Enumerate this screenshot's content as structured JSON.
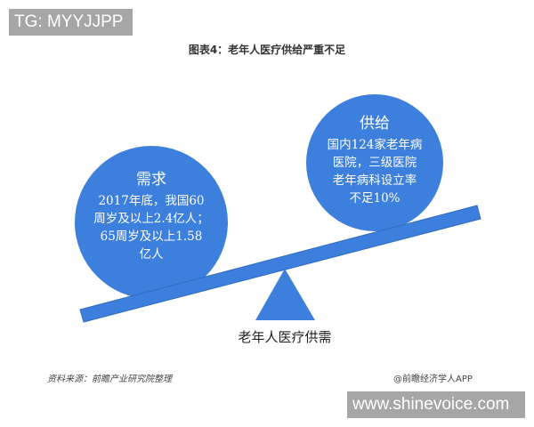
{
  "watermarks": {
    "top_tag": "TG: MYYJJPP",
    "bottom_tag": "www.shinevoice.com"
  },
  "figure": {
    "title": "图表4：老年人医疗供给严重不足",
    "caption": "老年人医疗供需",
    "colors": {
      "shape_fill": "#3d7fdc",
      "shape_stroke": "#2f6bbf",
      "text_on_shape": "#ffffff"
    },
    "demand": {
      "heading": "需求",
      "lines": [
        "2017年底，我国60",
        "周岁及以上2.4亿人；",
        "65周岁及以上1.58",
        "亿人"
      ]
    },
    "supply": {
      "heading": "供给",
      "lines": [
        "国内124家老年病",
        "医院，三级医院",
        "老年病科设立率",
        "不足10%"
      ]
    }
  },
  "footer": {
    "source": "资料来源：前瞻产业研究院整理",
    "credit": "@前瞻经济学人APP"
  }
}
